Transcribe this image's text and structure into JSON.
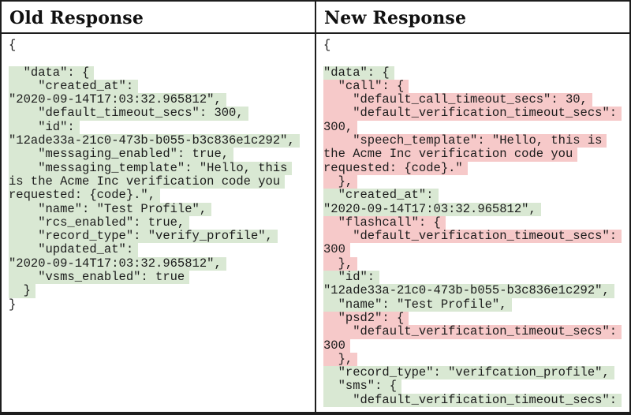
{
  "colors": {
    "green_highlight": "#d9e8d3",
    "pink_highlight": "#f6c9c9",
    "border": "#1d1d1d",
    "text": "#1c1c1c"
  },
  "columns": [
    {
      "header": "Old Response",
      "lines": [
        {
          "t": "{",
          "h": "n"
        },
        {
          "t": "",
          "h": "n"
        },
        {
          "t": "  \"data\": {",
          "h": "g"
        },
        {
          "t": "    \"created_at\":",
          "h": "g"
        },
        {
          "t": "\"2020-09-14T17:03:32.965812\",",
          "h": "g"
        },
        {
          "t": "    \"default_timeout_secs\": 300,",
          "h": "g"
        },
        {
          "t": "    \"id\":",
          "h": "g"
        },
        {
          "t": "\"12ade33a-21c0-473b-b055-b3c836e1c292\",",
          "h": "g"
        },
        {
          "t": "    \"messaging_enabled\": true,",
          "h": "g"
        },
        {
          "t": "    \"messaging_template\": \"Hello, this",
          "h": "g"
        },
        {
          "t": "is the Acme Inc verification code you",
          "h": "g"
        },
        {
          "t": "requested: {code}.\",",
          "h": "g"
        },
        {
          "t": "    \"name\": \"Test Profile\",",
          "h": "g"
        },
        {
          "t": "    \"rcs_enabled\": true,",
          "h": "g"
        },
        {
          "t": "    \"record_type\": \"verify_profile\",",
          "h": "g"
        },
        {
          "t": "    \"updated_at\":",
          "h": "g"
        },
        {
          "t": "\"2020-09-14T17:03:32.965812\",",
          "h": "g"
        },
        {
          "t": "    \"vsms_enabled\": true",
          "h": "g"
        },
        {
          "t": "  }",
          "h": "g"
        },
        {
          "t": "}",
          "h": "n"
        }
      ]
    },
    {
      "header": "New Response",
      "lines": [
        {
          "t": "{",
          "h": "n"
        },
        {
          "t": "",
          "h": "n"
        },
        {
          "t": "\"data\": {",
          "h": "g"
        },
        {
          "t": "  \"call\": {",
          "h": "p"
        },
        {
          "t": "    \"default_call_timeout_secs\": 30,",
          "h": "p"
        },
        {
          "t": "    \"default_verification_timeout_secs\":",
          "h": "p"
        },
        {
          "t": "300,",
          "h": "p"
        },
        {
          "t": "    \"speech_template\": \"Hello, this is",
          "h": "p"
        },
        {
          "t": "the Acme Inc verification code you",
          "h": "p"
        },
        {
          "t": "requested: {code}.\"",
          "h": "p"
        },
        {
          "t": "  },",
          "h": "p"
        },
        {
          "t": "  \"created_at\":",
          "h": "g"
        },
        {
          "t": "\"2020-09-14T17:03:32.965812\",",
          "h": "g"
        },
        {
          "t": "  \"flashcall\": {",
          "h": "p"
        },
        {
          "t": "    \"default_verification_timeout_secs\":",
          "h": "p"
        },
        {
          "t": "300",
          "h": "p"
        },
        {
          "t": "  },",
          "h": "p"
        },
        {
          "t": "  \"id\":",
          "h": "g"
        },
        {
          "t": "\"12ade33a-21c0-473b-b055-b3c836e1c292\",",
          "h": "g"
        },
        {
          "t": "  \"name\": \"Test Profile\",",
          "h": "g"
        },
        {
          "t": "  \"psd2\": {",
          "h": "p"
        },
        {
          "t": "    \"default_verification_timeout_secs\":",
          "h": "p"
        },
        {
          "t": "300",
          "h": "p"
        },
        {
          "t": "  },",
          "h": "p"
        },
        {
          "t": "  \"record_type\": \"verifcation_profile\",",
          "h": "g"
        },
        {
          "t": "  \"sms\": {",
          "h": "g"
        },
        {
          "t": "    \"default_verification_timeout_secs\":",
          "h": "g"
        }
      ]
    }
  ]
}
